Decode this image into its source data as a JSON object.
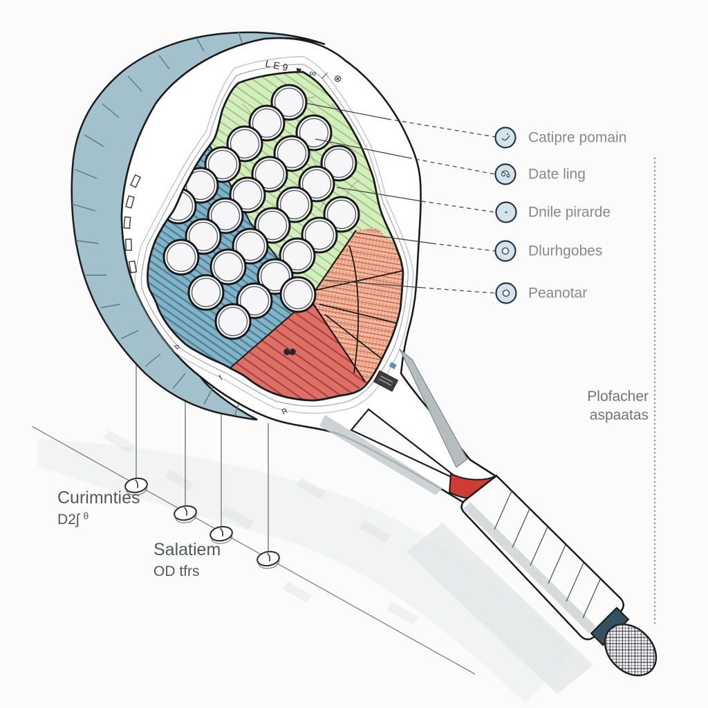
{
  "rim_text": "LE9 ♥ ∞ ⁄ ⊗",
  "callouts": [
    {
      "label": "Catipre pomain",
      "icon": "squiggle-check-icon"
    },
    {
      "label": "Date ling",
      "icon": "squiggle-loop-icon"
    },
    {
      "label": "Dnile pirarde",
      "icon": "dot-icon"
    },
    {
      "label": "Dlurhgobes",
      "icon": "ring-icon"
    },
    {
      "label": "Peanotar",
      "icon": "ring-icon"
    }
  ],
  "side_note": {
    "line1": "Plofacher",
    "line2": "aspaatas"
  },
  "ground_labels": [
    {
      "line1": "Curimnties",
      "line2": "D2ʃ",
      "sup": "θ"
    },
    {
      "line1": "Salatiem",
      "line2": "OD tfrs"
    }
  ],
  "frame_marks": {
    "m1": "b",
    "m2": "f",
    "m3": "R"
  },
  "colors": {
    "background": "#fbfbfb",
    "outline": "#1b1b1e",
    "rim_band": "#a3c1cd",
    "frame_white": "#ffffff",
    "face_green": "#d3edbc",
    "face_blue": "#84b3c6",
    "face_salmon": "#f3b79c",
    "face_red": "#de6f66",
    "hole_fill": "#f3f3f5",
    "accent_red": "#cf3b35",
    "navy_band": "#35505f",
    "icon_chip": "#cfe4ee",
    "label_gray": "#85898d",
    "text_dark": "#54585b",
    "shadow": "#e9ebeb"
  }
}
